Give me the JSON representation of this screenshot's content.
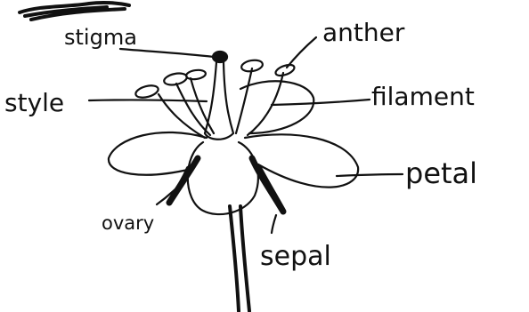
{
  "diagram": {
    "labels": {
      "stigma": "stigma",
      "anther": "anther",
      "style": "style",
      "filament": "filament",
      "petal": "petal",
      "ovary": "ovary",
      "sepal": "sepal"
    }
  },
  "colors": {
    "ink": "#111111",
    "paper": "#ffffff"
  }
}
